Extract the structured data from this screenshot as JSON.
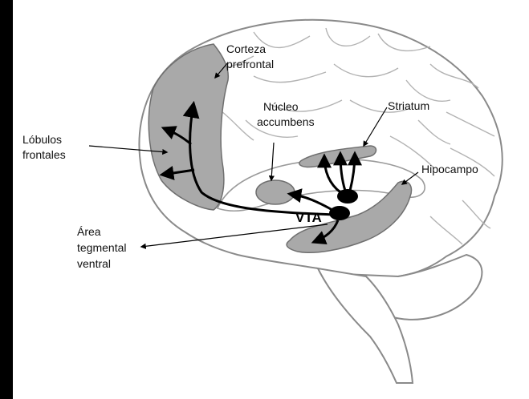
{
  "diagram": {
    "labels": {
      "prefrontal_cortex": [
        "Corteza",
        "prefrontal"
      ],
      "nucleus_accumbens": [
        "Núcleo",
        "accumbens"
      ],
      "striatum": [
        "Striatum"
      ],
      "frontal_lobes": [
        "Lóbulos",
        "frontales"
      ],
      "hippocampus": [
        "Hipocampo"
      ],
      "vta": "VTA",
      "ventral_tegmental_area": [
        "Área",
        "tegmental",
        "ventral"
      ]
    },
    "colors": {
      "background_border": "#000000",
      "canvas": "#ffffff",
      "brain_outline": "#8a8a8a",
      "highlighted_region": "#a9a9a9",
      "pathway": "#000000"
    }
  }
}
